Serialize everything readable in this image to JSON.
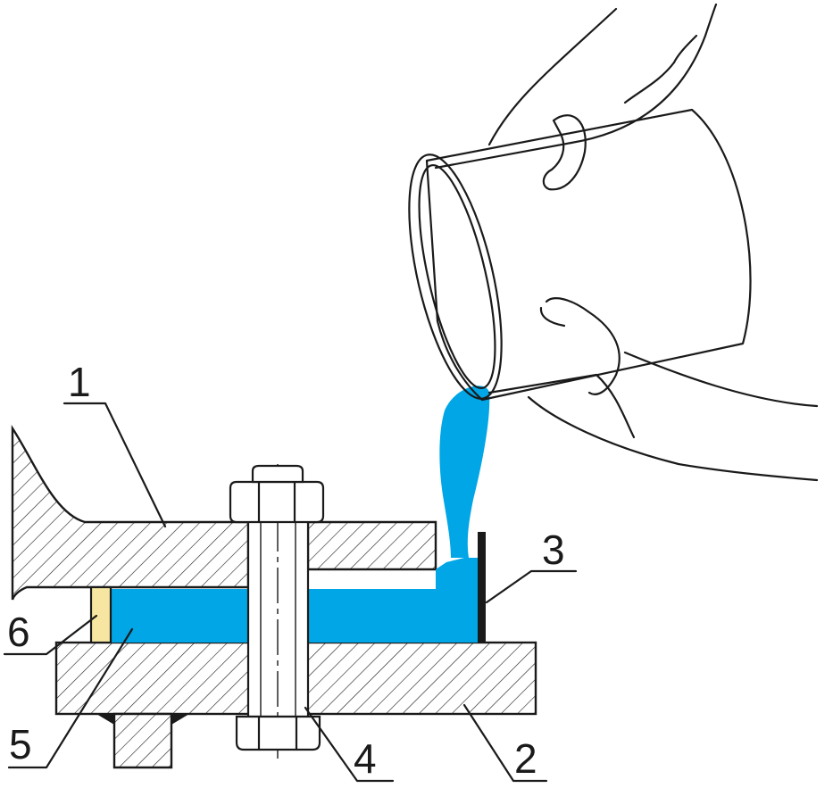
{
  "labels": {
    "l1": "1",
    "l2": "2",
    "l3": "3",
    "l4": "4",
    "l5": "5",
    "l6": "6"
  },
  "colors": {
    "compound": "#00a6e6",
    "shim": "#f7e6a1",
    "line": "#1a1a1a"
  }
}
